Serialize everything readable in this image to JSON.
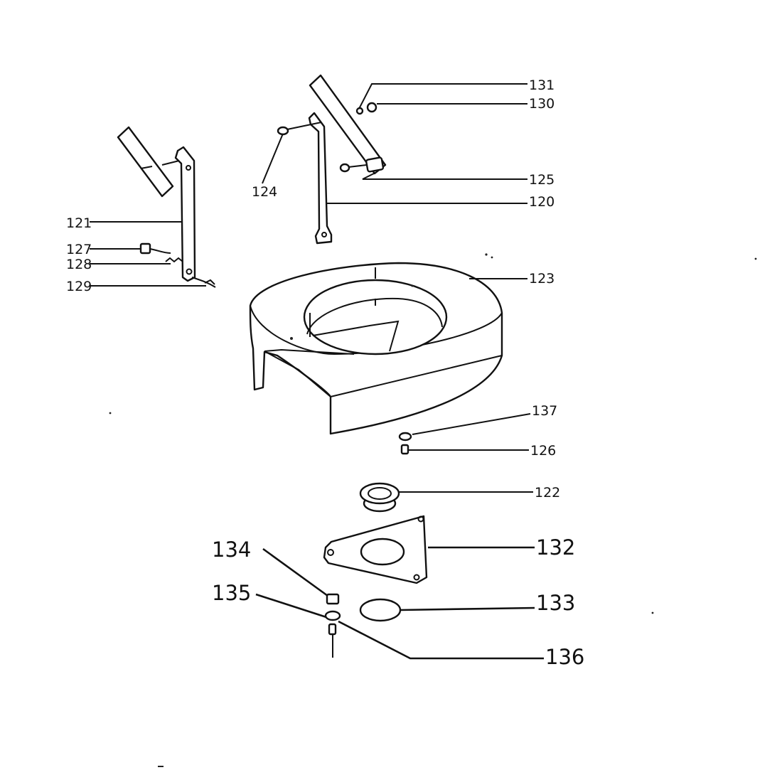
{
  "labels": {
    "l120": "120",
    "l121": "121",
    "l122": "122",
    "l123": "123",
    "l124": "124",
    "l125": "125",
    "l126": "126",
    "l127": "127",
    "l128": "128",
    "l129": "129",
    "l130": "130",
    "l131": "131",
    "l132": "132",
    "l133": "133",
    "l134": "134",
    "l135": "135",
    "l136": "136",
    "l137": "137"
  },
  "colors": {
    "ink": "#111111",
    "paper": "#ffffff"
  }
}
